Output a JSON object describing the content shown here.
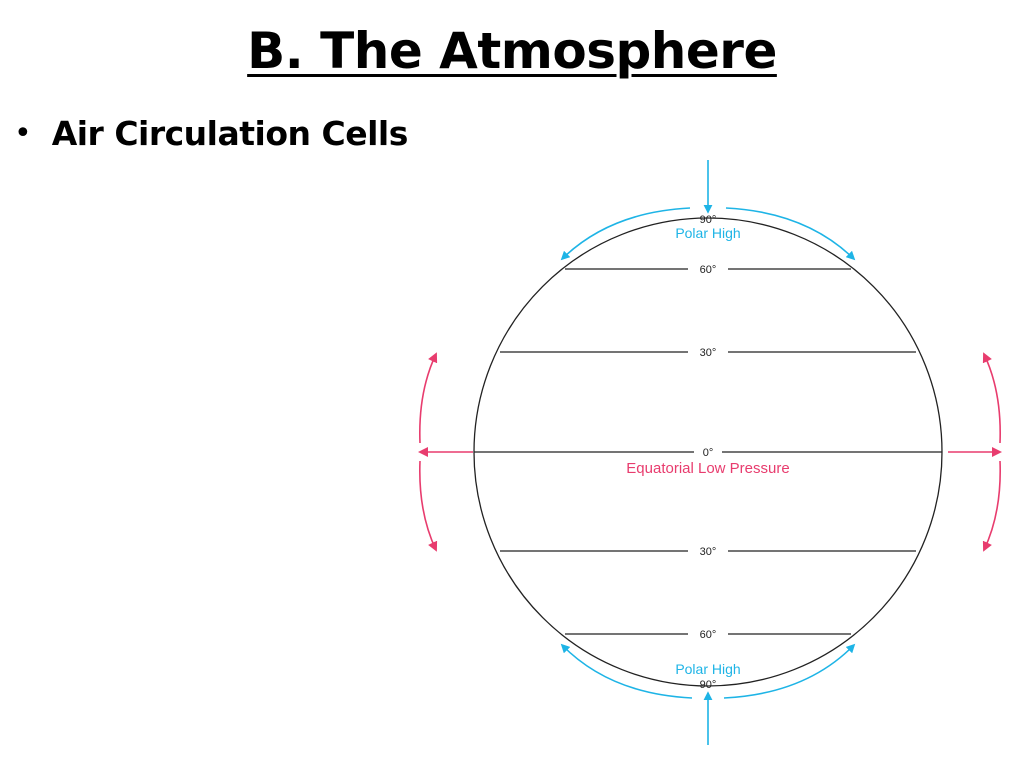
{
  "slide": {
    "title": "B. The Atmosphere",
    "bullet": "Air Circulation Cells"
  },
  "diagram": {
    "latitude_labels": {
      "north_pole": "90°",
      "north_60": "60°",
      "north_30": "30°",
      "equator": "0°",
      "south_30": "30°",
      "south_60": "60°",
      "south_pole": "90°"
    },
    "north_pressure_label": "Polar High",
    "south_pressure_label": "Polar High",
    "equator_pressure_label": "Equatorial Low Pressure",
    "colors": {
      "polar": "#1eb4e6",
      "equatorial": "#e83c6e",
      "outline": "#222222"
    }
  }
}
